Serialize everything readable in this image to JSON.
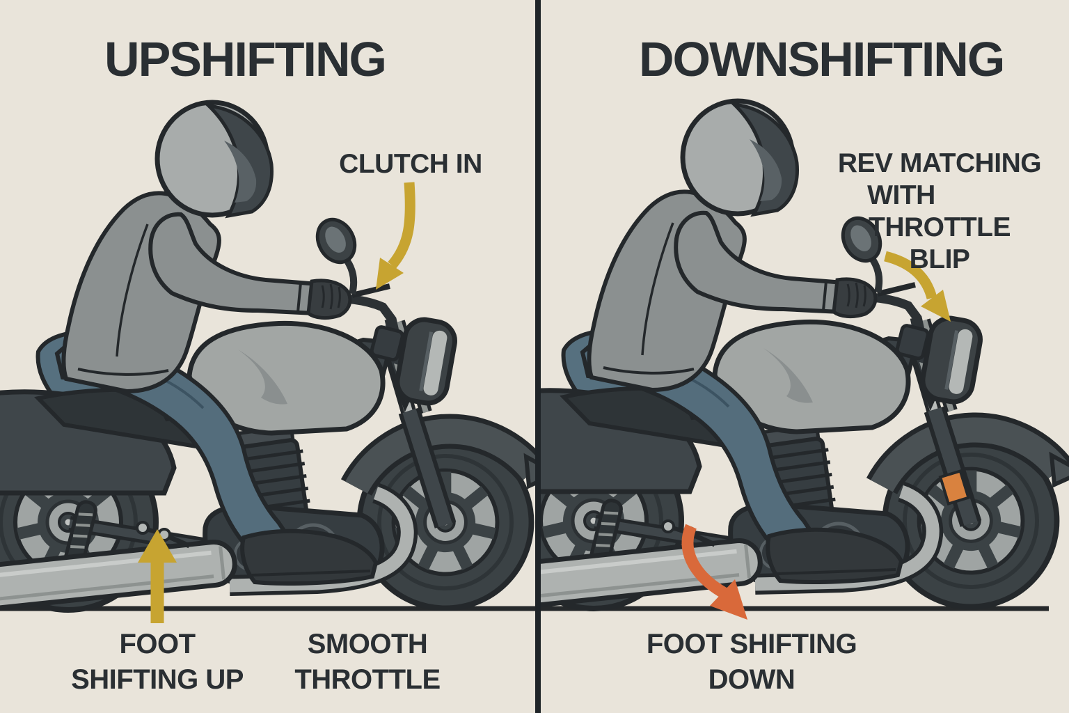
{
  "poster": {
    "description": "Two-panel motorcycle riding technique infographic comparing upshifting and downshifting",
    "panels": {
      "left": {
        "title": "UPSHIFTING",
        "annotations": {
          "clutch_in": "CLUTCH IN",
          "foot_shifting_up": [
            "FOOT",
            "SHIFTING UP"
          ],
          "smooth_throttle": [
            "SMOOTH",
            "THROTTLE"
          ]
        },
        "arrows": [
          {
            "name": "clutch-in-arrow",
            "style": "curved-down-left",
            "color": "yellow"
          },
          {
            "name": "foot-shift-up-arrow",
            "style": "straight-up",
            "color": "yellow"
          }
        ]
      },
      "right": {
        "title": "DOWNSHIFTING",
        "annotations": {
          "rev_matching": [
            "REV MATCHING",
            "WITH",
            "THROTTLE BLIP"
          ],
          "foot_shifting_down": [
            "FOOT SHIFTING",
            "DOWN"
          ]
        },
        "arrows": [
          {
            "name": "rev-match-arrow",
            "style": "curved-down-right",
            "color": "yellow"
          },
          {
            "name": "foot-shift-down-arrow",
            "style": "curved-down-right",
            "color": "orange"
          }
        ]
      }
    },
    "colors": {
      "background": "#e9e4da",
      "ink": "#282d31",
      "outline": "#24282b",
      "arrow_yellow": "#c7a431",
      "arrow_orange": "#d9693a",
      "bike_dark": "#3f464a",
      "tire": "#3b4245",
      "light_gray": "#a8acab",
      "tank_gray": "#a2a6a4",
      "jacket_gray": "#8b9090",
      "jeans_blue": "#546d7c",
      "tail_pad_blue": "#56707f",
      "reflector_orange": "#d9823f"
    }
  }
}
